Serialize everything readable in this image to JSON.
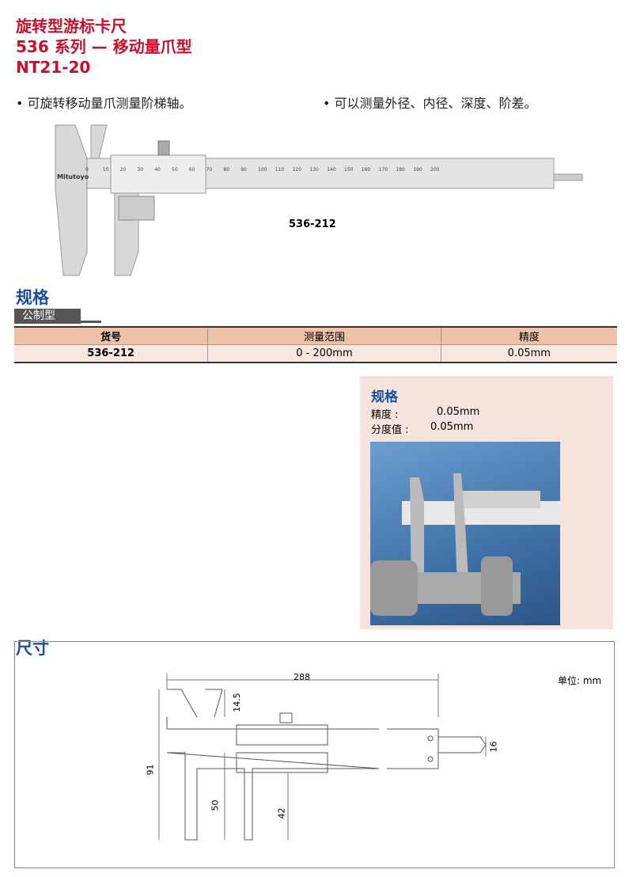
{
  "header": {
    "title1": "旋转型游标卡尺",
    "title2": "536 系列 — 移动量爪型",
    "title3": "NT21-20"
  },
  "features": [
    "• 可旋转移动量爪测量阶梯轴。",
    "• 可以测量外径、内径、深度、阶差。"
  ],
  "product_image": {
    "model": "536-212",
    "brand": "Mitutoyo",
    "scale_labels": [
      "0",
      "10",
      "20",
      "30",
      "40",
      "50",
      "60",
      "70",
      "80",
      "90",
      "100",
      "110",
      "120",
      "130",
      "140",
      "150",
      "160",
      "170",
      "180",
      "190",
      "200"
    ]
  },
  "specs": {
    "heading": "规格",
    "tab": "公制型",
    "columns": [
      "货号",
      "测量范围",
      "精度"
    ],
    "rows": [
      [
        "536-212",
        "0 - 200mm",
        "0.05mm"
      ]
    ]
  },
  "spec_box": {
    "heading": "规格",
    "accuracy_label": "精度 :",
    "accuracy": "0.05mm",
    "resolution_label": "分度值 :",
    "resolution": "0.05mm"
  },
  "dimensions": {
    "heading": "尺寸",
    "unit": "单位: mm",
    "length": "288",
    "jaw_depth": "14.5",
    "height": "91",
    "lower_jaw": "50",
    "movable_jaw": "42",
    "rod": "16"
  }
}
